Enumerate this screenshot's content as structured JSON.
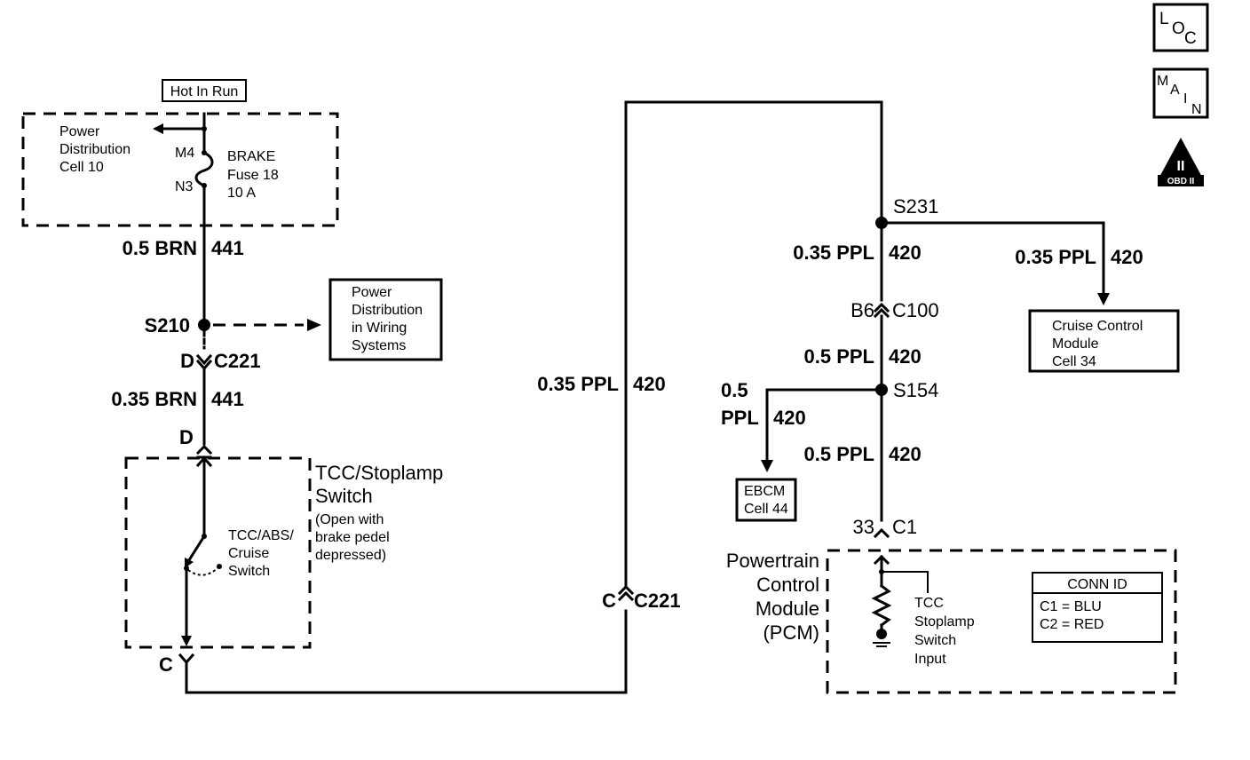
{
  "icons": {
    "loc": {
      "l": "L",
      "o": "O",
      "c": "C"
    },
    "main": {
      "m": "M",
      "a": "A",
      "i": "I",
      "n": "N"
    },
    "obd": {
      "numeral": "II",
      "label": "OBD II"
    }
  },
  "hot_in_run": "Hot In Run",
  "power_dist_cell": [
    "Power",
    "Distribution",
    "Cell 10"
  ],
  "fuse": {
    "m4": "M4",
    "n3": "N3",
    "label": [
      "BRAKE",
      "Fuse 18",
      "10 A"
    ]
  },
  "wire_brn_05": {
    "size": "0.5 BRN",
    "circuit": "441"
  },
  "s210": "S210",
  "power_dist_wiring": [
    "Power",
    "Distribution",
    "in Wiring",
    "Systems"
  ],
  "conn_c221_d": {
    "pin": "D",
    "conn": "C221"
  },
  "wire_brn_035": {
    "size": "0.35 BRN",
    "circuit": "441"
  },
  "d_pin": "D",
  "switch_title": [
    "TCC/Stoplamp",
    "Switch"
  ],
  "switch_note": [
    "(Open with",
    "brake pedel",
    "depressed)"
  ],
  "switch_inner": [
    "TCC/ABS/",
    "Cruise",
    "Switch"
  ],
  "c_pin": "C",
  "mid_wire": {
    "size": "0.35 PPL",
    "circuit": "420"
  },
  "c_c221": {
    "pin": "C",
    "conn": "C221"
  },
  "s231": "S231",
  "wire_ppl_a": {
    "size": "0.35 PPL",
    "circuit": "420"
  },
  "wire_ppl_cruise": {
    "size": "0.35 PPL",
    "circuit": "420"
  },
  "cruise_module": [
    "Cruise Control",
    "Module",
    "Cell 34"
  ],
  "c100": {
    "pin": "B6",
    "conn": "C100"
  },
  "wire_ppl_b": {
    "size": "0.5 PPL",
    "circuit": "420"
  },
  "s154": "S154",
  "wire_ppl_ebcm": {
    "size_a": "0.5",
    "size_b": "PPL",
    "circuit": "420"
  },
  "ebcm": [
    "EBCM",
    "Cell 44"
  ],
  "wire_ppl_c": {
    "size": "0.5 PPL",
    "circuit": "420"
  },
  "c1": {
    "pin": "33",
    "conn": "C1"
  },
  "pcm_label": [
    "Powertrain",
    "Control",
    "Module",
    "(PCM)"
  ],
  "pcm_input": [
    "TCC",
    "Stoplamp",
    "Switch",
    "Input"
  ],
  "conn_id": {
    "title": "CONN ID",
    "rows": [
      "C1 = BLU",
      "C2 = RED"
    ]
  }
}
